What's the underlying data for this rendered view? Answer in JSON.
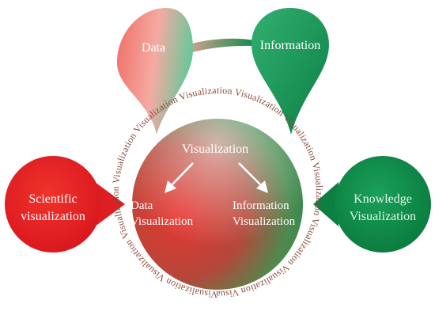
{
  "nodes": {
    "data": "Data",
    "information": "Information",
    "scientific": [
      "Scientific",
      "visualization"
    ],
    "knowledge": [
      "Knowledge",
      "Visualization"
    ],
    "center_top": "Visualization",
    "center_left": [
      "Data",
      "Visualization"
    ],
    "center_right": [
      "Information",
      "Visualization"
    ]
  },
  "ring_text": "Visualization Visualization Visualization Visualization Visualization Visualization Visualization Visualization Visualization Visualization Visualization Visualization Visualization Visualization Visualization",
  "colors": {
    "red": "#e8262a",
    "green": "#11904e",
    "pink": "#f08a80",
    "ring_text": "#8a4a3a"
  }
}
